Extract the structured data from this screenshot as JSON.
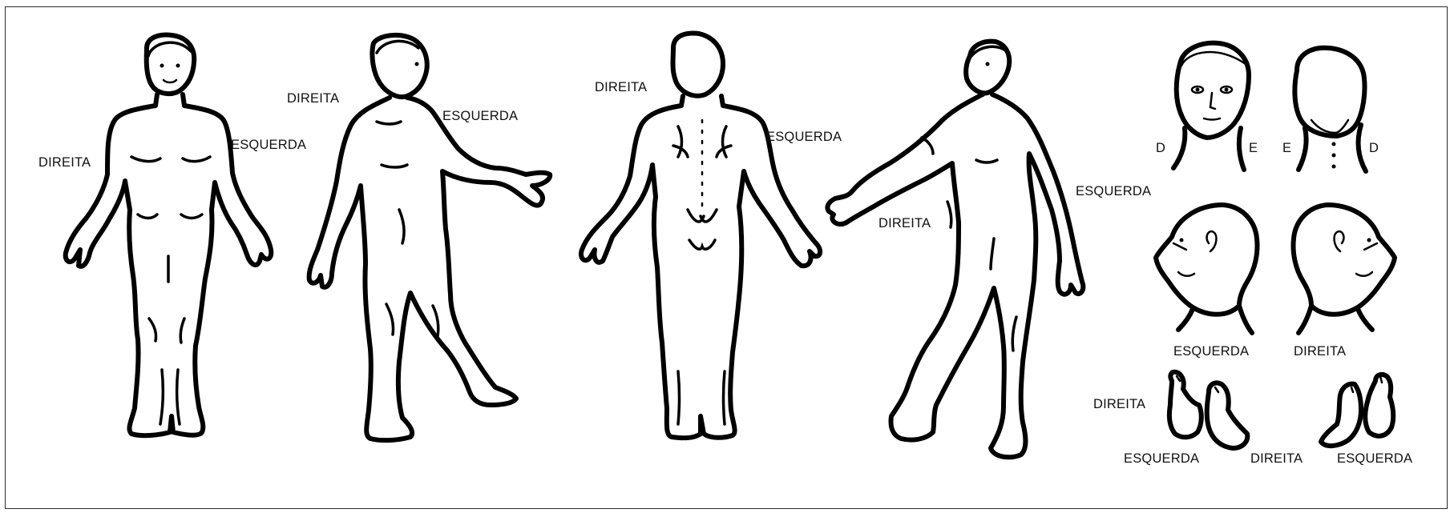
{
  "labels": {
    "front_view": {
      "right": "DIREITA",
      "left": "ESQUERDA"
    },
    "left_side_view": {
      "right": "DIREITA",
      "left": "ESQUERDA"
    },
    "back_view": {
      "right": "DIREITA",
      "left": "ESQUERDA"
    },
    "right_side_view": {
      "right": "DIREITA",
      "left": "ESQUERDA"
    },
    "head_front": {
      "right": "D",
      "left": "E"
    },
    "head_back": {
      "left": "E",
      "right": "D"
    },
    "head_profiles": {
      "left": "ESQUERDA",
      "right": "DIREITA"
    },
    "feet_left_pair": {
      "right": "DIREITA",
      "left": "ESQUERDA"
    },
    "feet_right_pair": {
      "right": "DIREITA",
      "left": "ESQUERDA"
    }
  }
}
